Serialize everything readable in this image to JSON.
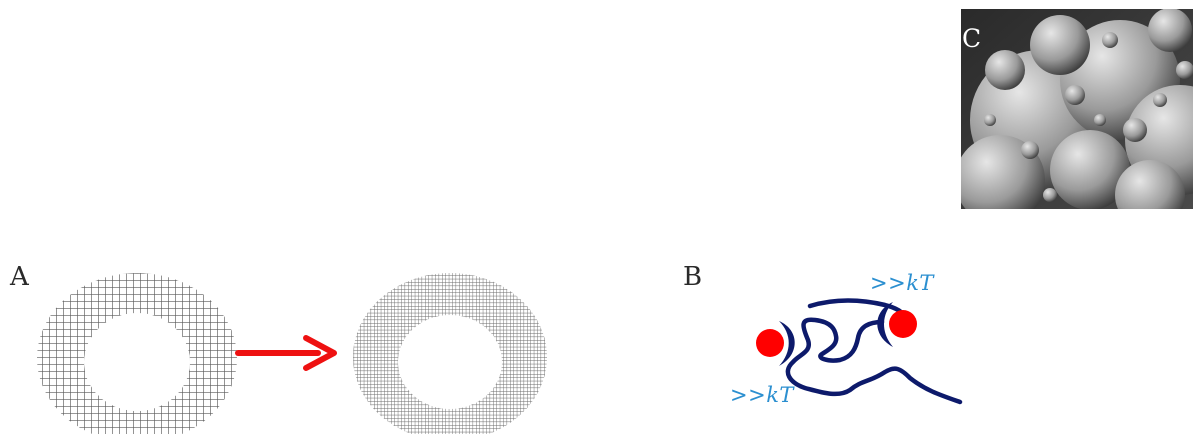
{
  "panels": {
    "a": {
      "label": "A"
    },
    "b": {
      "label": "B",
      "energy_top": ">>",
      "energy_bottom": ">>",
      "kt_symbol": "kT"
    },
    "c": {
      "label": "C"
    }
  },
  "colors": {
    "mesh": "#6a6a6a",
    "arrow": "#ee1111",
    "chain": "#0d1a6b",
    "binder": "#ff0000",
    "energy_text": "#2b8fd0"
  }
}
